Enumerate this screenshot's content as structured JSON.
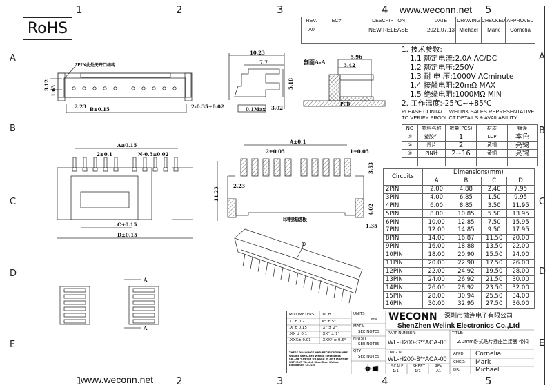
{
  "border": {
    "numbers": [
      "1",
      "2",
      "3",
      "4",
      "5"
    ],
    "letters": [
      "A",
      "B",
      "C",
      "D",
      "E"
    ],
    "url": "www.weconn.net"
  },
  "rohs": "RoHS",
  "revision_table": {
    "headers": [
      "REV.",
      "EC#",
      "DESCRIPTION",
      "DATE",
      "DRAWING",
      "CHECKED",
      "APPROVED"
    ],
    "rows": [
      [
        "A0",
        "",
        "NEW RELEASE",
        "2021.07.13",
        "Michael",
        "Mark",
        "Cornelia"
      ]
    ]
  },
  "specs": {
    "title": "1. 技术参数:",
    "items": [
      "1.1 额定电流:2.0A AC/DC",
      "1.2 额定电压:250V",
      "1.3 耐 电 压:1000V ACminute",
      "1.4 接触电阻:20mΩ MAX",
      "1.5 绝缘电阻:1000MΩ MIN"
    ],
    "temp": "2. 工作温度:-25℃~+85℃",
    "note1": "PLEASE CONTACT WELINK SALES REPRESENTATIVE",
    "note2": "TO VERIFY PRODUCT DETAILS & AVAILABILITY"
  },
  "materials": {
    "headers": [
      "NO",
      "物料名称",
      "数量(PCS)",
      "材质",
      "镀涂"
    ],
    "rows": [
      [
        "①",
        "塑胶件",
        "1",
        "LCP",
        "本色"
      ],
      [
        "②",
        "焊片",
        "2",
        "黄铜",
        "亮锡"
      ],
      [
        "③",
        "PIN针",
        "2~16",
        "黄铜",
        "亮锡"
      ]
    ]
  },
  "dimensions": {
    "circuits_label": "Circuits",
    "group_label": "Dimensions(mm)",
    "cols": [
      "A",
      "B",
      "C",
      "D"
    ],
    "rows": [
      [
        "2PIN",
        "2.00",
        "4.88",
        "2.40",
        "7.95"
      ],
      [
        "3PIN",
        "4.00",
        "6.85",
        "1.50",
        "9.95"
      ],
      [
        "4PIN",
        "6.00",
        "8.85",
        "3.50",
        "11.95"
      ],
      [
        "5PIN",
        "8.00",
        "10.85",
        "5.50",
        "13.95"
      ],
      [
        "6PIN",
        "10.00",
        "12.85",
        "7.50",
        "15.95"
      ],
      [
        "7PIN",
        "12.00",
        "14.85",
        "9.50",
        "17.95"
      ],
      [
        "8PIN",
        "14.00",
        "16.87",
        "11.50",
        "20.00"
      ],
      [
        "9PIN",
        "16.00",
        "18.88",
        "13.50",
        "22.00"
      ],
      [
        "10PIN",
        "18.00",
        "20.90",
        "15.50",
        "24.00"
      ],
      [
        "11PIN",
        "20.00",
        "22.90",
        "17.50",
        "26.00"
      ],
      [
        "12PIN",
        "22.00",
        "24.92",
        "19.50",
        "28.00"
      ],
      [
        "13PIN",
        "24.00",
        "26.92",
        "21.50",
        "30.00"
      ],
      [
        "14PIN",
        "26.00",
        "28.92",
        "23.50",
        "32.00"
      ],
      [
        "15PIN",
        "28.00",
        "30.94",
        "25.50",
        "34.00"
      ],
      [
        "16PIN",
        "30.00",
        "32.95",
        "27.50",
        "36.00"
      ]
    ]
  },
  "drawing_labels": {
    "top_note": "2PIN此处无开口结构",
    "d312": "3.12",
    "d163": "1.63",
    "d223a": "2.23",
    "b015": "B±0.15",
    "d035": "2-0.35±0.02",
    "d1023": "10.23",
    "d77": "7.7",
    "d518": "5.18",
    "d302": "3.02",
    "flat": "0.1Max",
    "section": "剖面A-A",
    "d596": "5.96",
    "d342": "3.42",
    "pcb": "PCB",
    "a015": "A±0.15",
    "p201": "2±0.1",
    "n05": "N-0.5±0.02",
    "c015": "C±0.15",
    "d015": "D±0.15",
    "a01": "A±0.1",
    "p2005": "2±0.05",
    "p1005": "1±0.05",
    "d353": "3.53",
    "d1123": "11.23",
    "d223b": "2.23",
    "d402": "4.02",
    "d135": "1.35",
    "pcb_cn": "印制线路板",
    "callout": "①",
    "sect_a": "A"
  },
  "title_block": {
    "tol_headers": [
      "MILLIMETERS",
      "INCH"
    ],
    "tol_rows": [
      [
        "X. ± 0.2",
        "X° ± 5°"
      ],
      [
        ".X ± 0.15",
        ".X° ± 2°"
      ],
      [
        ".XX ± 0.1",
        ".XX° ± 1°"
      ],
      [
        ".XXX± 0.01",
        ".XXX° ± 0.5°"
      ]
    ],
    "disclaimer": "THESE DRAWINGS AND PECIFICATION ARE WeLink ShenZhen Welink Electronics Co.,Ltd -COPIED OR USED IN ANY MANNER WITHOUT WeLink ShenZhen Welink Electronics Co.,Ltd",
    "units_label": "UNITS",
    "units": "MM",
    "matl_label": "MAT'L",
    "matl": "SEE NOTES",
    "finish_label": "FINISH",
    "finish": "SEE NOTES",
    "qty_label": "QTY",
    "qty": "SEE NOTES",
    "brand": "WECONN",
    "company_cn": "深圳市微连电子有限公司",
    "company_en": "ShenZhen Welink Electronics Co.,Ltd",
    "part_label": "PART NUMBER:",
    "part": "WL-H200-S**ACA-00",
    "title_label": "TITLE:",
    "title": "2.0mm卧式贴片插座连接器 带扣",
    "dwg_label": "DWG NO.:",
    "dwg": "WL-H200-S**ACA-00",
    "scale_label": "SCALE",
    "scale": "1:1",
    "sheet_label": "SHEET",
    "sheet": "1/1",
    "rev_label": "REV.",
    "rev": "A1",
    "appd_label": "APPD:",
    "appd": "Cornelia",
    "chkd_label": "CHKD:",
    "chkd": "Mark",
    "dr_label": "DR:",
    "dr": "Michael"
  }
}
